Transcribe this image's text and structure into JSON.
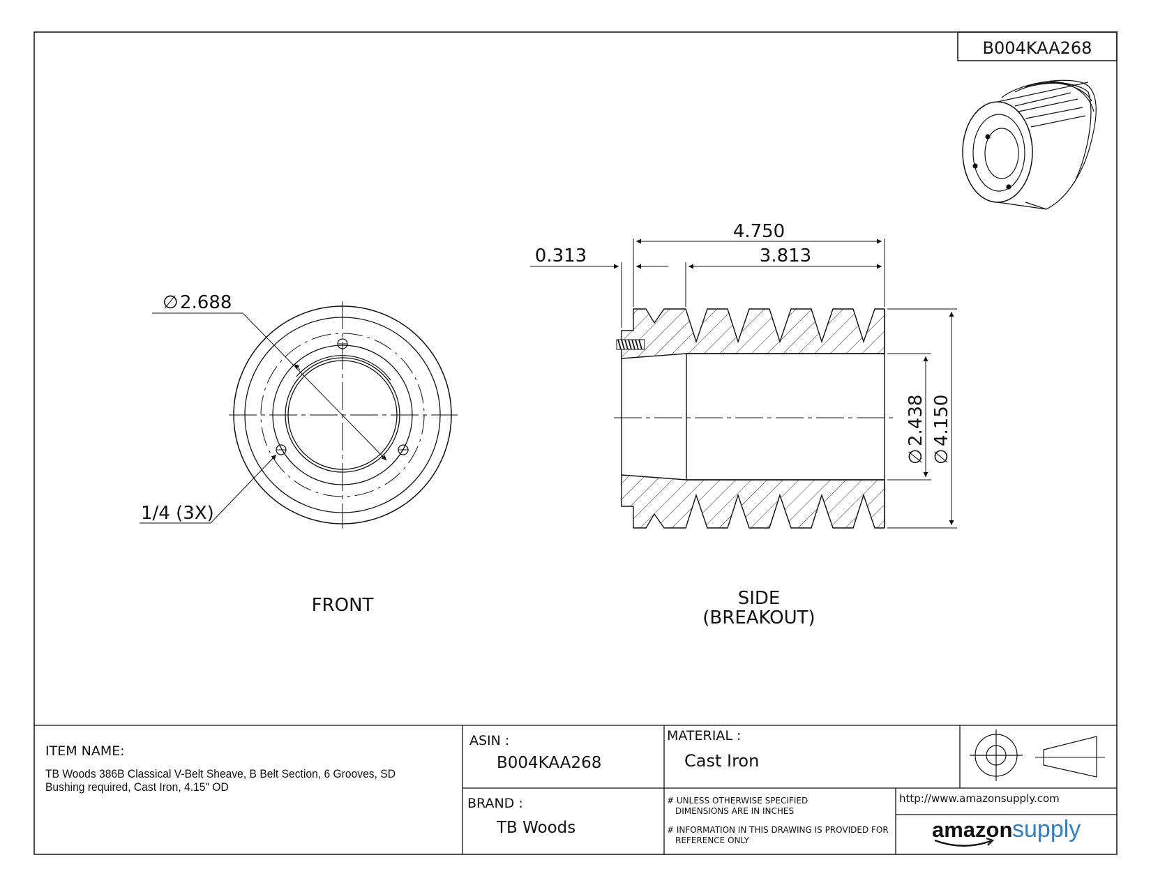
{
  "sheet": {
    "corner_id": "B004KAA268"
  },
  "front_view": {
    "label": "FRONT",
    "dim_diameter": "2.688",
    "dim_holes": "1/4 (3X)"
  },
  "side_view": {
    "label_line1": "SIDE",
    "label_line2": "(BREAKOUT)",
    "dim_overall_length": "4.750",
    "dim_hub_offset": "0.313",
    "dim_groove_length": "3.813",
    "dim_bore_diameter": "2.438",
    "dim_outer_diameter": "4.150"
  },
  "title_block": {
    "item_name_label": "ITEM NAME:",
    "item_name_line1": "TB Woods 386B Classical V-Belt Sheave, B Belt Section, 6 Grooves, SD",
    "item_name_line2": "Bushing required, Cast Iron, 4.15\" OD",
    "asin_label": "ASIN :",
    "asin_value": "B004KAA268",
    "brand_label": "BRAND :",
    "brand_value": "TB Woods",
    "material_label": "MATERIAL :",
    "material_value": "Cast Iron",
    "note1_line1": "# UNLESS OTHERWISE SPECIFIED",
    "note1_line2": "DIMENSIONS ARE IN INCHES",
    "note2_line1": "# INFORMATION IN THIS DRAWING IS PROVIDED FOR",
    "note2_line2": "REFERENCE ONLY",
    "url": "http://www.amazonsupply.com",
    "logo_word1": "amazon",
    "logo_word2": "supply"
  },
  "colors": {
    "line": "#111111",
    "logo_blue": "#2f7fc4"
  }
}
